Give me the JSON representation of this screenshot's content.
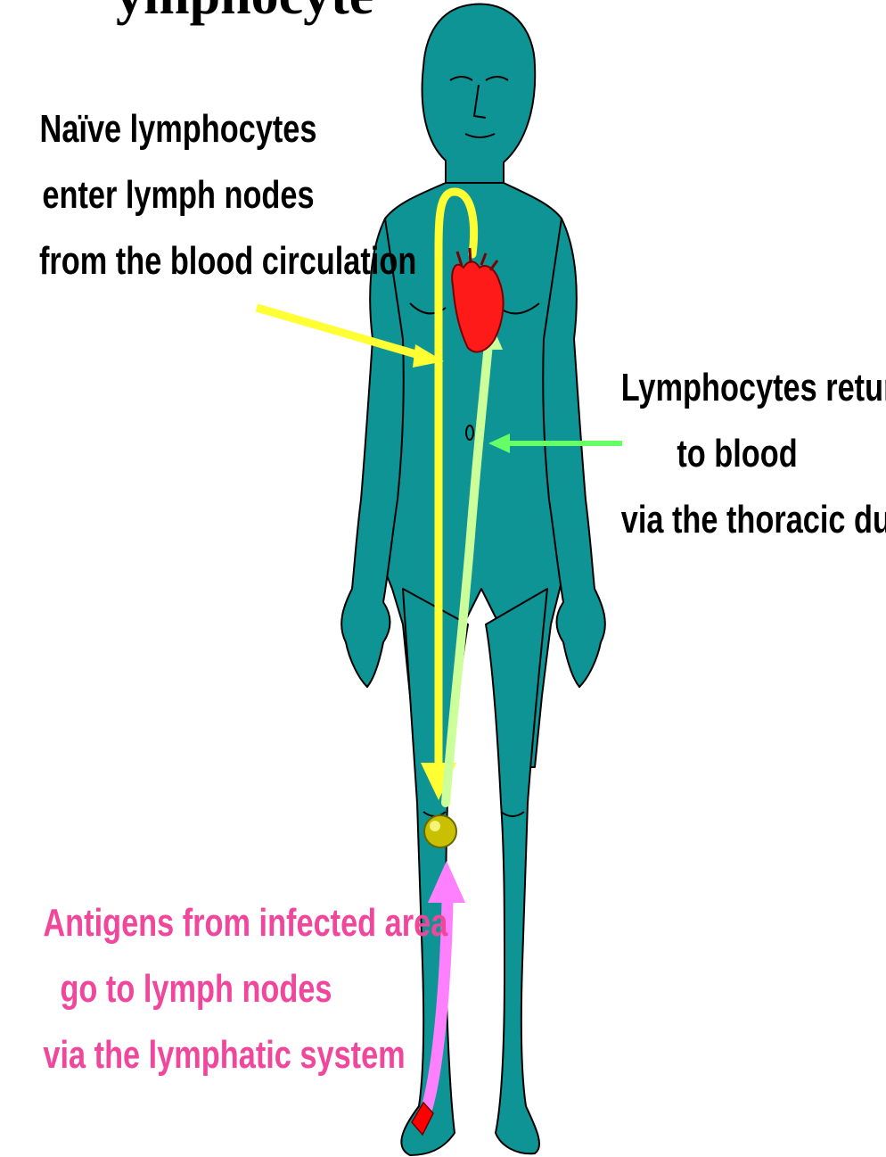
{
  "title_fragment": "ymphocyte",
  "labels": {
    "naive": {
      "lines": [
        "Naïve lymphocytes",
        "enter lymph nodes",
        "from the blood circulation"
      ],
      "color": "#000000"
    },
    "return": {
      "lines": [
        "Lymphocytes return",
        "to blood",
        "via the thoracic duct"
      ],
      "color": "#000000"
    },
    "antigens": {
      "lines": [
        "Antigens from infected area",
        "go to lymph nodes",
        "via the lymphatic system"
      ],
      "color": "#f0469c"
    }
  },
  "colors": {
    "body": "#0e9494",
    "body_outline": "#000000",
    "yellow_path": "#ffff33",
    "green_path": "#ccff99",
    "green_arrow": "#66ff66",
    "pink_path": "#ff80ff",
    "heart": "#ff1a1a",
    "lymph_node": "#c8c000",
    "infection": "#ff0000"
  },
  "icons": {
    "heart": "heart-icon",
    "lymph_node": "lymph-node-icon",
    "infection_site": "infection-site-icon"
  }
}
